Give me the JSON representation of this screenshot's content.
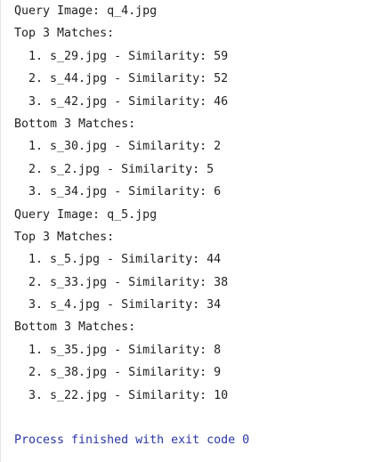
{
  "console": {
    "queries": [
      {
        "header": "Query Image: q_4.jpg",
        "top_label": "Top 3 Matches:",
        "top": [
          "1. s_29.jpg - Similarity: 59",
          "2. s_44.jpg - Similarity: 52",
          "3. s_42.jpg - Similarity: 46"
        ],
        "bottom_label": "Bottom 3 Matches:",
        "bottom": [
          "1. s_30.jpg - Similarity: 2",
          "2. s_2.jpg - Similarity: 5",
          "3. s_34.jpg - Similarity: 6"
        ]
      },
      {
        "header": "Query Image: q_5.jpg",
        "top_label": "Top 3 Matches:",
        "top": [
          "1. s_5.jpg - Similarity: 44",
          "2. s_33.jpg - Similarity: 38",
          "3. s_4.jpg - Similarity: 34"
        ],
        "bottom_label": "Bottom 3 Matches:",
        "bottom": [
          "1. s_35.jpg - Similarity: 8",
          "2. s_38.jpg - Similarity: 9",
          "3. s_22.jpg - Similarity: 10"
        ]
      }
    ],
    "exit_message": "Process finished with exit code 0",
    "colors": {
      "text": "#1f1f1f",
      "exit": "#2a36a6"
    }
  }
}
